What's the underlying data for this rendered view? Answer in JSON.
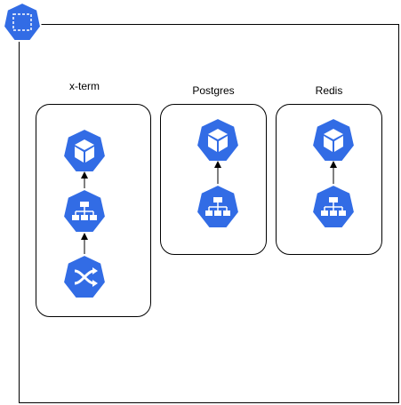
{
  "diagram": {
    "container_icon": "kubernetes-namespace-icon",
    "accent": "#326CE5",
    "groups": [
      {
        "label": "x-term",
        "nodes": [
          {
            "icon": "kubernetes-pod-icon"
          },
          {
            "icon": "kubernetes-service-icon"
          },
          {
            "icon": "kubernetes-ingress-icon"
          }
        ]
      },
      {
        "label": "Postgres",
        "nodes": [
          {
            "icon": "kubernetes-pod-icon"
          },
          {
            "icon": "kubernetes-service-icon"
          }
        ]
      },
      {
        "label": "Redis",
        "nodes": [
          {
            "icon": "kubernetes-pod-icon"
          },
          {
            "icon": "kubernetes-service-icon"
          }
        ]
      }
    ]
  }
}
